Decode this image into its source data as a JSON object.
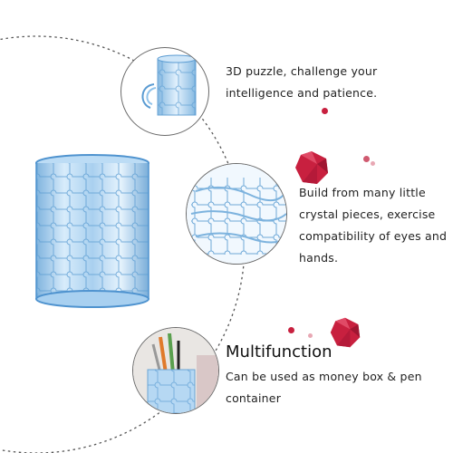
{
  "features": [
    {
      "text": "3D puzzle, challenge your intelligence and patience."
    },
    {
      "text": "Build from many little crystal pieces, exercise compatibility of eyes and hands."
    },
    {
      "title": "Multifunction",
      "text": "Can be used as money box & pen container"
    }
  ],
  "colors": {
    "accent": "#c8203f",
    "crystal": "#9ec9ec",
    "outline": "#6a6a6a"
  },
  "icons": [
    "crystal-gem-icon",
    "dot-icon"
  ]
}
